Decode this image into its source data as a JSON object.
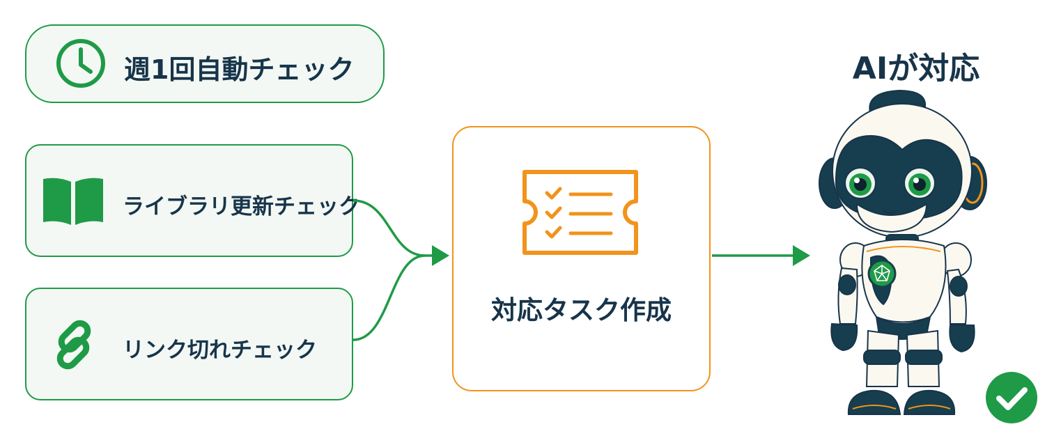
{
  "diagram": {
    "schedule": {
      "label": "週1回自動チェック",
      "icon": "clock-icon"
    },
    "checks": [
      {
        "label": "ライブラリ更新チェック",
        "icon": "book-icon"
      },
      {
        "label": "リンク切れチェック",
        "icon": "link-icon"
      }
    ],
    "task": {
      "label": "対応タスク作成",
      "icon": "ticket-checklist-icon"
    },
    "ai": {
      "title": "AIが対応",
      "icon": "robot-icon",
      "status_icon": "check-circle-icon"
    }
  },
  "colors": {
    "green": "#1f9a47",
    "orange": "#f2931b",
    "navy": "#17344a",
    "box_fill": "#f3f8f4"
  }
}
